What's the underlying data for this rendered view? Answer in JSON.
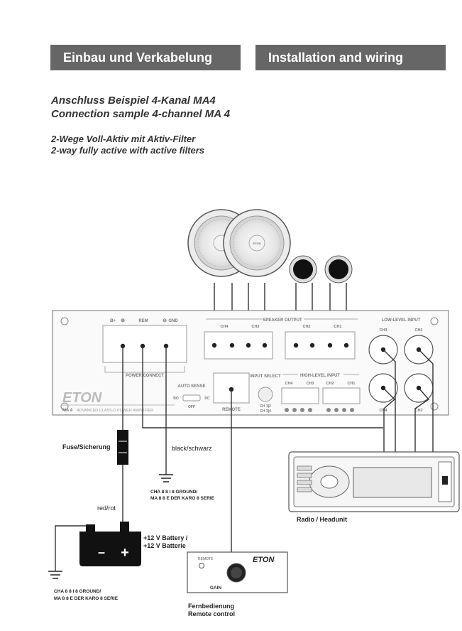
{
  "header": {
    "left": "Einbau und Verkabelung",
    "right": "Installation and wiring"
  },
  "title": {
    "line1": "Anschluss Beispiel 4-Kanal MA4",
    "line2": "Connection sample 4-channel MA 4"
  },
  "subtitle": {
    "line1": "2-Wege Voll-Aktiv mit Aktiv-Filter",
    "line2": "2-way fully active with active filters"
  },
  "amp": {
    "brand": "ETON",
    "model": "MA 4",
    "model_desc": "ADVANCED CLASS-D POWER AMPLIFIER",
    "power_connect": "POWER CONNECT",
    "terminal_bplus": "B+",
    "terminal_rem": "REM",
    "terminal_gnd": "GND",
    "speaker_output": "SPEAKER OUTPUT",
    "speaker_channels": [
      "CH4",
      "CH3",
      "CH2",
      "CH1"
    ],
    "low_level_input": "LOW-LEVEL INPUT",
    "low_level_channels": [
      "CH3",
      "CH1",
      "CH4",
      "CH2"
    ],
    "high_level_input": "HIGH-LEVEL INPUT",
    "high_level_channels": [
      "CH4",
      "CH3",
      "CH2",
      "CH1"
    ],
    "input_select": "INPUT SELECT",
    "input_select_opt1": "CH 1|2",
    "input_select_opt2": "CH 3|4",
    "auto_sense": "AUTO SENSE",
    "auto_sense_bo": "BO",
    "auto_sense_dc": "DC",
    "auto_sense_off": "OFF",
    "remote": "REMOTE"
  },
  "labels": {
    "fuse": "Fuse/Sicherung",
    "black": "black/schwarz",
    "ground1_line1": "CHA 8 8 I 8 GROUND/",
    "ground1_line2": "MA 8 8 E DER KARO 8 SERIE",
    "red": "red/rot",
    "battery_line1": "+12 V Battery /",
    "battery_line2": "+12 V Batterie",
    "ground2_line1": "CHA 8 8 I 8 GROUND/",
    "ground2_line2": "MA 8 8 E DER KARO 8 SERIE",
    "radio": "Radio / Headunit",
    "remote_line1": "Fernbedienung",
    "remote_line2": "Remote control"
  },
  "battery": {
    "minus": "–",
    "plus": "+"
  },
  "remote_control": {
    "label": "REMOTE",
    "brand": "ETON",
    "gain": "GAIN"
  },
  "speakers": {
    "woofer_badge": "ETON"
  }
}
